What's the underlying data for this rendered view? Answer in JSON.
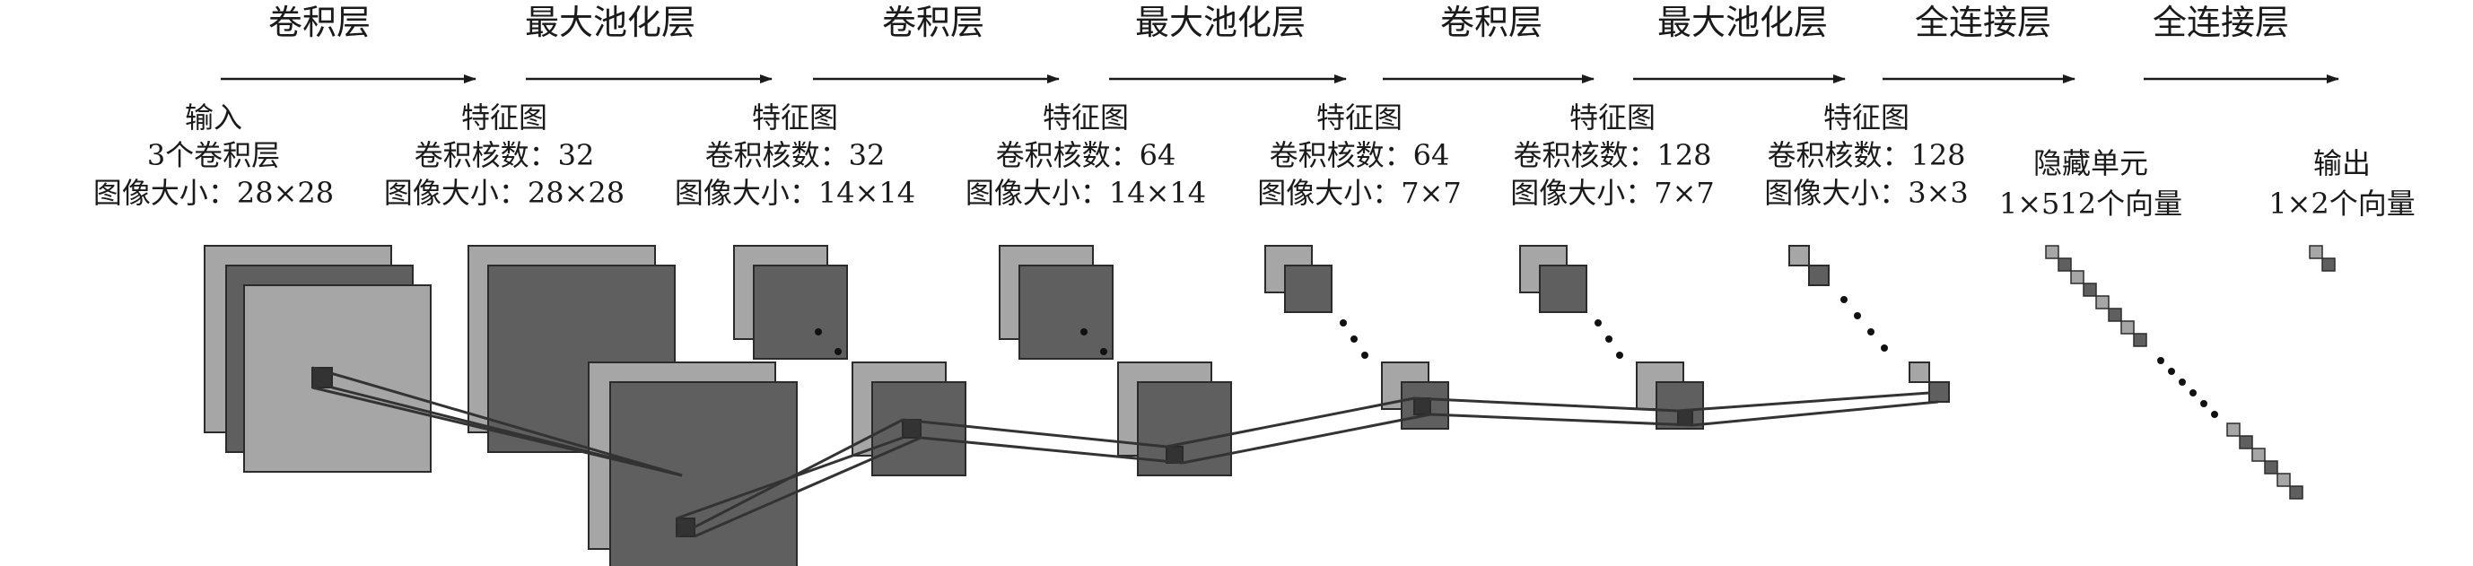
{
  "layers": [
    "卷积层",
    "最大池化层",
    "卷积层",
    "最大池化层",
    "卷积层",
    "最大池化层",
    "全连接层",
    "全连接层"
  ],
  "stages": [
    {
      "lines": [
        "输入",
        "3个卷积层",
        "图像大小：28×28"
      ]
    },
    {
      "lines": [
        "特征图",
        "卷积核数：32",
        "图像大小：28×28"
      ]
    },
    {
      "lines": [
        "特征图",
        "卷积核数：32",
        "图像大小：14×14"
      ]
    },
    {
      "lines": [
        "特征图",
        "卷积核数：64",
        "图像大小：14×14"
      ]
    },
    {
      "lines": [
        "特征图",
        "卷积核数：64",
        "图像大小：7×7"
      ]
    },
    {
      "lines": [
        "特征图",
        "卷积核数：128",
        "图像大小：7×7"
      ]
    },
    {
      "lines": [
        "特征图",
        "卷积核数：128",
        "图像大小：3×3"
      ]
    },
    {
      "lines": [
        "隐藏单元",
        "1×512个向量"
      ]
    },
    {
      "lines": [
        "输出",
        "1×2个向量"
      ]
    }
  ],
  "colors": {
    "light_gray": "#a6a6a6",
    "dark_gray": "#5f5f5f",
    "darker_gray": "#555555",
    "outline": "#2b2b2b",
    "line": "#333333"
  }
}
